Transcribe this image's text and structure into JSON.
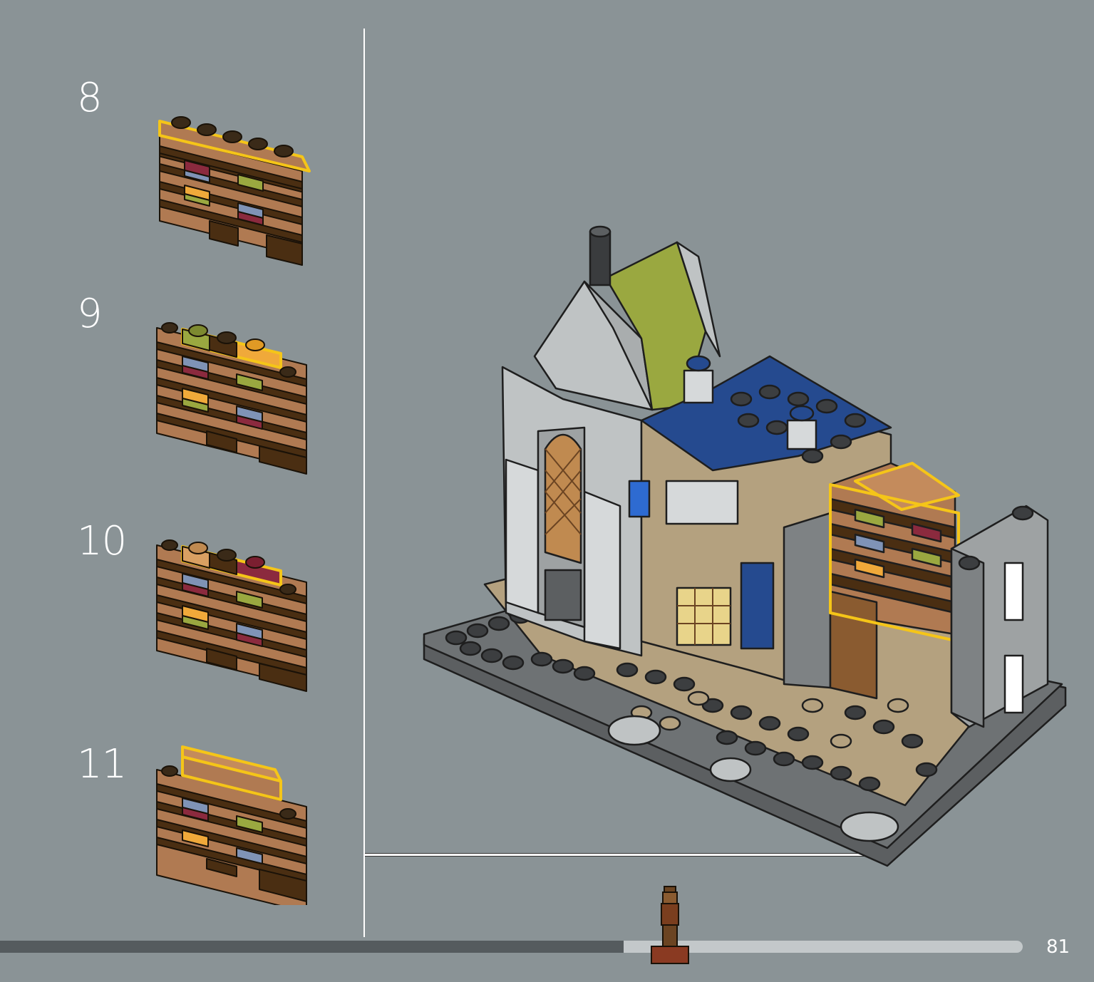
{
  "steps": [
    {
      "number": "8"
    },
    {
      "number": "9"
    },
    {
      "number": "10"
    },
    {
      "number": "11"
    }
  ],
  "page": {
    "number": "81",
    "progress_fraction": 0.61
  },
  "colors": {
    "background": "#8a9396",
    "highlight": "#f5c518",
    "brick_brown": "#b07a52",
    "dark_brown": "#4a2e12",
    "dark_blue": "#254a8f",
    "olive_green": "#9aa840",
    "light_gray": "#bfc3c4",
    "dark_gray": "#5c5f61",
    "tan": "#b4a17f"
  },
  "icons": [
    "step-8-bookcase-icon",
    "step-9-bookcase-icon",
    "step-10-bookcase-icon",
    "step-11-bookcase-icon",
    "model-building-icon",
    "minifigure-icon"
  ]
}
